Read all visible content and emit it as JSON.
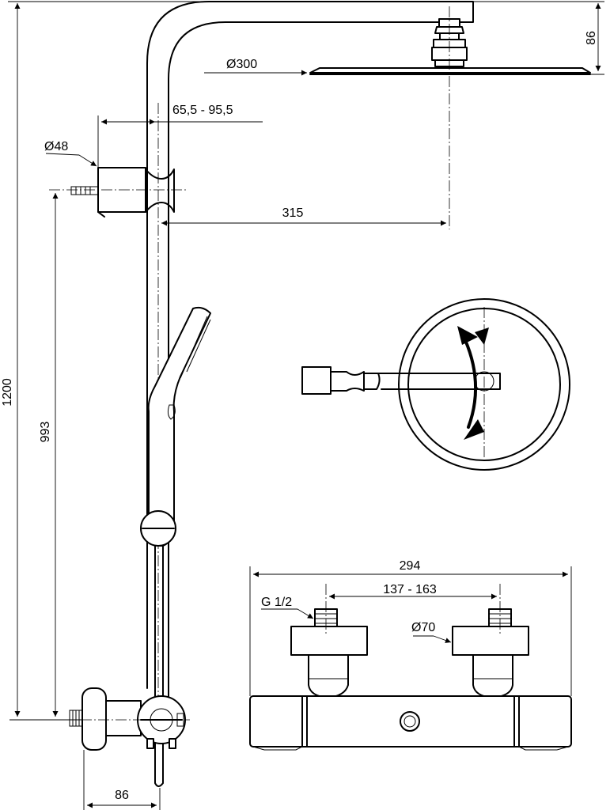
{
  "labels": {
    "head_diameter": "Ø300",
    "head_height": "86",
    "arm_range": "65,5 - 95,5",
    "bracket_diameter": "Ø48",
    "bracket_distance": "315",
    "total_height": "1200",
    "bar_height": "993",
    "mixer_depth": "86",
    "mixer_width": "294",
    "inlet_centres": "137 - 163",
    "inlet_thread": "G 1/2",
    "escutcheon_diameter": "Ø70"
  }
}
